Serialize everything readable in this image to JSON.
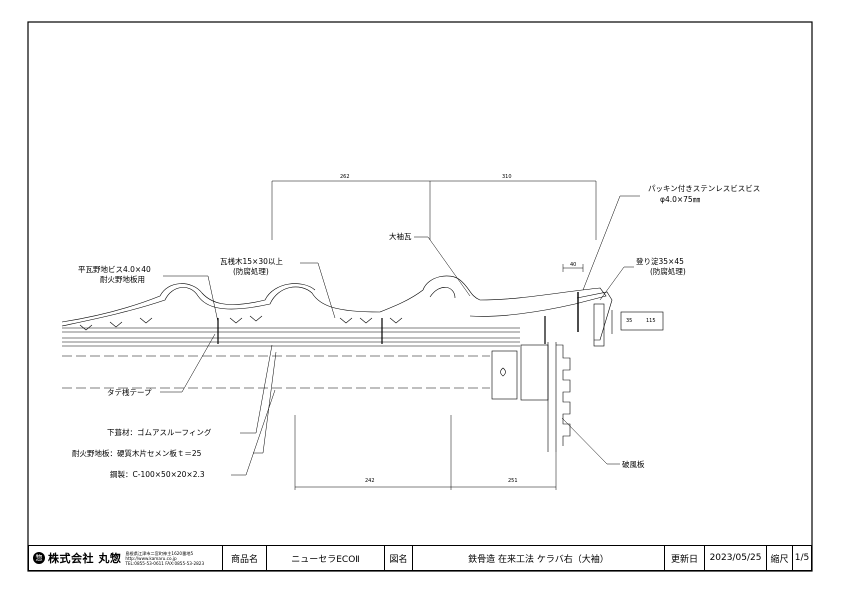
{
  "callouts": {
    "packing_screw_1": "パッキン付きステンレスビスビス",
    "packing_screw_2": "φ4.0×75㎜",
    "osode_gawara": "大袖瓦",
    "batten_1": "瓦桟木15×30以上",
    "batten_2": "(防腐処理)",
    "nobori_1": "登り淀35×45",
    "nobori_2": "(防腐処理)",
    "hira_screw_1": "平瓦野地ビス4.0×40",
    "hira_screw_2": "耐火野地板用",
    "tate_tape": "タテ桟テープ",
    "underlay": "下葺材：ゴムアスルーフィング",
    "sheathing": "耐火野地板：硬質木片セメン板ｔ＝25",
    "steel": "鋼製：C-100×50×20×2.3",
    "hafu": "破風板"
  },
  "dimensions": {
    "top_left": "262",
    "top_right": "310",
    "small": "40",
    "bottom_left": "242",
    "bottom_right": "251",
    "side_a": "35",
    "side_b": "115"
  },
  "title_block": {
    "company_name": "株式会社 丸惣",
    "logo_char": "惣",
    "company_address": "島根県江津市二宮町神主1620番地5",
    "company_url": "http://www.kamaru.co.jp",
    "company_tel": "TEL:0855-53-0611 FAX:0855-53-2823",
    "product_label": "商品名",
    "product_value": "ニューセラECOⅡ",
    "drawing_label": "図名",
    "drawing_value": "鉄骨造 在来工法 ケラバ右（大袖）",
    "updated_label": "更新日",
    "updated_value": "2023/05/25",
    "scale_label": "縮尺",
    "scale_value": "1/5"
  }
}
